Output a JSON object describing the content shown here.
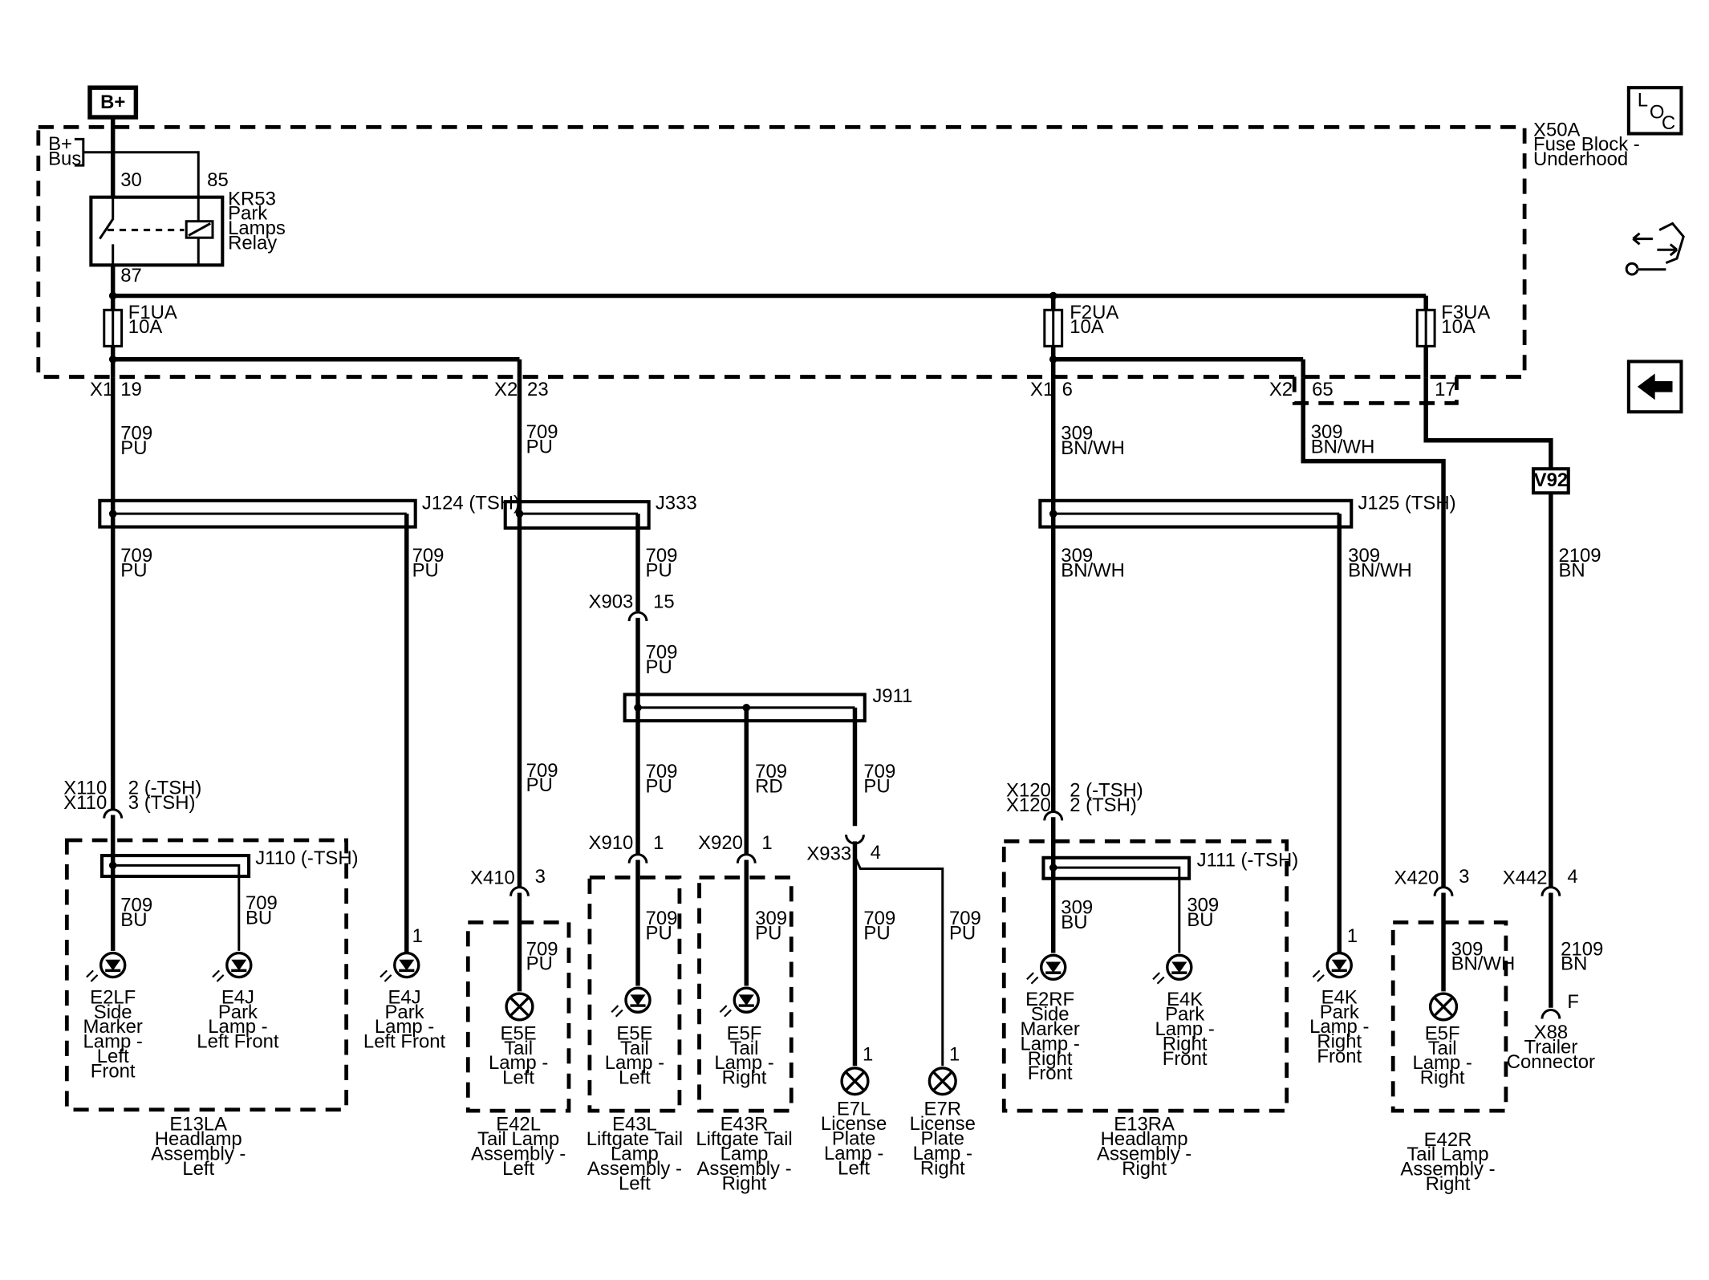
{
  "source": {
    "bplus": "B+",
    "bus": [
      "B+",
      "Bus"
    ]
  },
  "fuse_block": {
    "name": [
      "X50A",
      "Fuse Block -",
      "Underhood"
    ]
  },
  "relay": {
    "name": [
      "KR53",
      "Park",
      "Lamps",
      "Relay"
    ],
    "pin30": "30",
    "pin85": "85",
    "pin87": "87"
  },
  "fuses": [
    {
      "name": "F1UA",
      "rating": "10A"
    },
    {
      "name": "F2UA",
      "rating": "10A"
    },
    {
      "name": "F3UA",
      "rating": "10A"
    }
  ],
  "connectors": {
    "x1_a": {
      "name": "X1",
      "pin": "19"
    },
    "x2_a": {
      "name": "X2",
      "pin": "23"
    },
    "x1_b": {
      "name": "X1",
      "pin": "6"
    },
    "x2_b": {
      "name": "X2",
      "pin": "65"
    },
    "x2_b2": {
      "pin": "17"
    },
    "x110": {
      "names": [
        "X110",
        "X110"
      ],
      "pins": [
        "2 (-TSH)",
        "3 (TSH)"
      ]
    },
    "x120": {
      "names": [
        "X120",
        "X120"
      ],
      "pins": [
        "2 (-TSH)",
        "2 (TSH)"
      ]
    },
    "x903": {
      "name": "X903",
      "pin": "15"
    },
    "x410": {
      "name": "X410",
      "pin": "3"
    },
    "x910": {
      "name": "X910",
      "pin": "1"
    },
    "x920": {
      "name": "X920",
      "pin": "1"
    },
    "x933": {
      "name": "X933",
      "pin": "4"
    },
    "x420": {
      "name": "X420",
      "pin": "3"
    },
    "x442": {
      "name": "X442",
      "pin": "4"
    }
  },
  "splices": {
    "j124": "J124 (TSH)",
    "j333": "J333",
    "j125": "J125 (TSH)",
    "j911": "J911",
    "j110": "J110 (-TSH)",
    "j111": "J111 (-TSH)"
  },
  "inline": {
    "v92": "V92"
  },
  "wires": {
    "w709pu": [
      "709",
      "PU"
    ],
    "w709bu": [
      "709",
      "BU"
    ],
    "w709rd": [
      "709",
      "RD"
    ],
    "w309bnwh": [
      "309",
      "BN/WH"
    ],
    "w309bu": [
      "309",
      "BU"
    ],
    "w309pu": [
      "309",
      "PU"
    ],
    "w2109bn": [
      "2109",
      "BN"
    ]
  },
  "pins": {
    "p1": "1",
    "pF": "F"
  },
  "components": {
    "e2lf": [
      "E2LF",
      "Side",
      "Marker",
      "Lamp -",
      "Left",
      "Front"
    ],
    "e4j_a": [
      "E4J",
      "Park",
      "Lamp -",
      "Left Front"
    ],
    "e4j_b": [
      "E4J",
      "Park",
      "Lamp -",
      "Left Front"
    ],
    "e5e_a": [
      "E5E",
      "Tail",
      "Lamp -",
      "Left"
    ],
    "e5e_b": [
      "E5E",
      "Tail",
      "Lamp -",
      "Left"
    ],
    "e5f_a": [
      "E5F",
      "Tail",
      "Lamp -",
      "Right"
    ],
    "e7l": [
      "E7L",
      "License",
      "Plate",
      "Lamp -",
      "Left"
    ],
    "e7r": [
      "E7R",
      "License",
      "Plate",
      "Lamp -",
      "Right"
    ],
    "e2rf": [
      "E2RF",
      "Side",
      "Marker",
      "Lamp -",
      "Right",
      "Front"
    ],
    "e4k_a": [
      "E4K",
      "Park",
      "Lamp -",
      "Right",
      "Front"
    ],
    "e4k_b": [
      "E4K",
      "Park",
      "Lamp -",
      "Right",
      "Front"
    ],
    "e5f_b": [
      "E5F",
      "Tail",
      "Lamp -",
      "Right"
    ],
    "x88": [
      "X88",
      "Trailer",
      "Connector"
    ]
  },
  "assemblies": {
    "e13la": [
      "E13LA",
      "Headlamp",
      "Assembly -",
      "Left"
    ],
    "e42l": [
      "E42L",
      "Tail Lamp",
      "Assembly -",
      "Left"
    ],
    "e43l": [
      "E43L",
      "Liftgate Tail",
      "Lamp",
      "Assembly -",
      "Left"
    ],
    "e43r": [
      "E43R",
      "Liftgate Tail",
      "Lamp",
      "Assembly -",
      "Right"
    ],
    "e13ra": [
      "E13RA",
      "Headlamp",
      "Assembly -",
      "Right"
    ],
    "e42r": [
      "E42R",
      "Tail Lamp",
      "Assembly -",
      "Right"
    ]
  },
  "nav": {
    "loc": [
      "L",
      "O",
      "C"
    ],
    "info_icon": "connector-tool-icon",
    "back_icon": "back-arrow-icon"
  }
}
